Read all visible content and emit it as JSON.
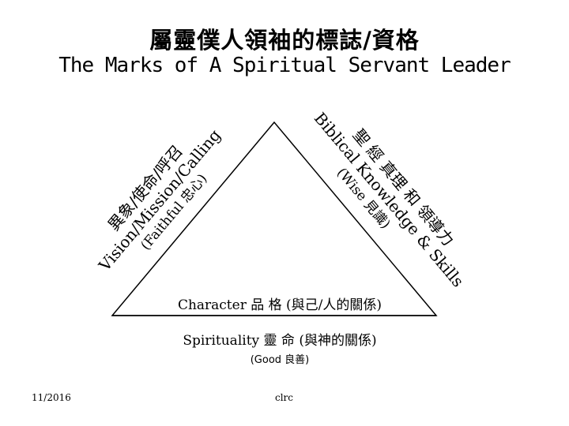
{
  "title_zh": "屬靈僕人領袖的標誌/資格",
  "title_en": "The Marks of A Spiritual Servant Leader",
  "left_side": {
    "line1": "異象/使命/呼召",
    "line2": "Vision/Mission/Calling",
    "line3": "(Faithful 忠心)"
  },
  "right_side": {
    "line1": "聖 經 真理 和 領導力",
    "line2": "Biblical Knowledge & Skills",
    "line3": "(Wise 見識)"
  },
  "character": "Character 品 格 (與己/人的關係)",
  "spirituality": "Spirituality 靈 命 (與神的關係)",
  "good": "(Good 良善)",
  "footer": {
    "date": "11/2016",
    "org": "clrc"
  }
}
